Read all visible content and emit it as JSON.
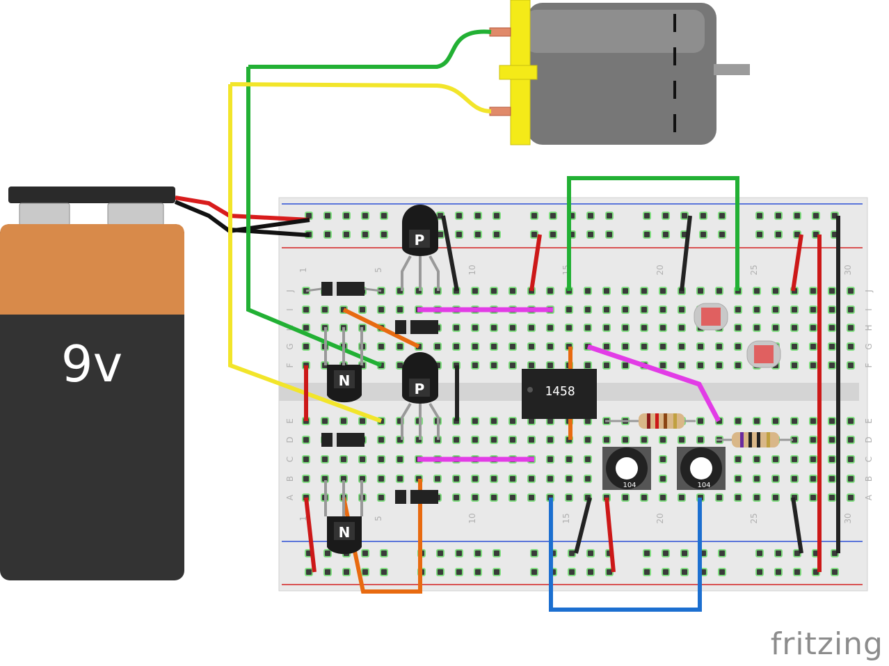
{
  "battery": {
    "label": "9v"
  },
  "chip": {
    "label": "1458"
  },
  "transistors": {
    "pnp_label": "P",
    "npn_label": "N"
  },
  "trimpot": {
    "label": "104"
  },
  "breadboard": {
    "row_letters_top": [
      "J",
      "I",
      "H",
      "G",
      "F"
    ],
    "row_letters_bottom": [
      "E",
      "D",
      "C",
      "B",
      "A"
    ],
    "column_numbers": [
      "1",
      "5",
      "10",
      "15",
      "20",
      "25",
      "30"
    ]
  },
  "watermark": "fritzing",
  "colors": {
    "wire_green": "#22b034",
    "wire_yellow": "#f2e52a",
    "wire_red": "#cc1818",
    "wire_black": "#222222",
    "wire_orange": "#e86a10",
    "wire_blue": "#1c6fd0",
    "wire_magenta": "#e23ce6",
    "motor_body": "#777777",
    "motor_cap": "#f4ea18",
    "battery_top": "#d88a4a",
    "battery_bottom": "#333333",
    "breadboard": "#e6e6e6"
  }
}
